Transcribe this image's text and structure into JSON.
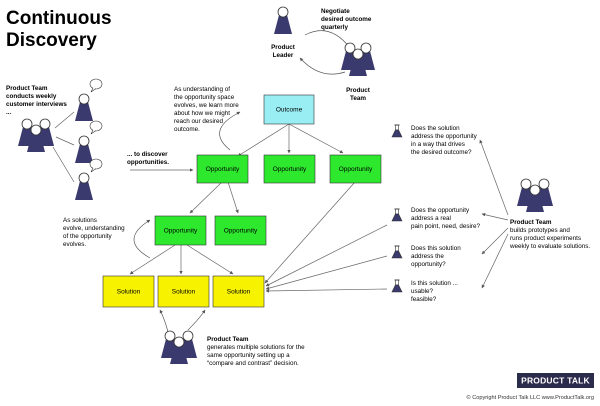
{
  "title": {
    "line1": "Continuous",
    "line2": "Discovery"
  },
  "nodes": {
    "outcome": "Outcome",
    "opp1": "Opportunity",
    "opp2": "Opportunity",
    "opp3": "Opportunity",
    "opp4": "Opportunity",
    "opp5": "Opportunity",
    "sol1": "Solution",
    "sol2": "Solution",
    "sol3": "Solution"
  },
  "labels": {
    "negotiate": [
      "Negotiate",
      "desired outcome",
      "quarterly"
    ],
    "product_leader": [
      "Product",
      "Leader"
    ],
    "product_team_top": [
      "Product",
      "Team"
    ],
    "interviews": [
      "Product Team",
      "conducts weekly",
      "customer interviews",
      "..."
    ],
    "understanding_space": [
      "As understanding of",
      "the opportunity space",
      "evolves, we learn more",
      "about how we might",
      "reach our desired",
      "outcome."
    ],
    "discover": [
      "... to discover",
      "opportunities."
    ],
    "solutions_evolve": [
      "As solutions",
      "evolve, understanding",
      "of the opportunity",
      "evolves."
    ],
    "q1": [
      "Does the solution",
      "address the opportunity",
      "in a way that drives",
      "the desired outcome?"
    ],
    "q2": [
      "Does the opportunity",
      "address a real",
      "pain point, need, desire?"
    ],
    "q3": [
      "Does this solution",
      "address the",
      "opportunity?"
    ],
    "q4": [
      "Is this solution ...",
      "usable?",
      "feasible?"
    ],
    "experiments": [
      "Product Team",
      "builds prototypes and",
      "runs product experiments",
      "weekly to evaluate solutions."
    ],
    "generates": [
      "Product Team",
      "generates multiple solutions for the",
      "same opportunity setting up a",
      "“compare and contrast” decision."
    ]
  },
  "brand": "PRODUCT TALK",
  "copyright": "© Copyright Product Talk LLC www.ProductTalk.org",
  "colors": {
    "outcome": "#99eef3",
    "opportunity": "#2ee82e",
    "solution": "#f7f200",
    "person": "#3a3a6e",
    "brand_bg": "#2b2b4c"
  },
  "icons": [
    "person-icon",
    "person-group-icon",
    "speech-bubble-icon",
    "flask-icon"
  ]
}
